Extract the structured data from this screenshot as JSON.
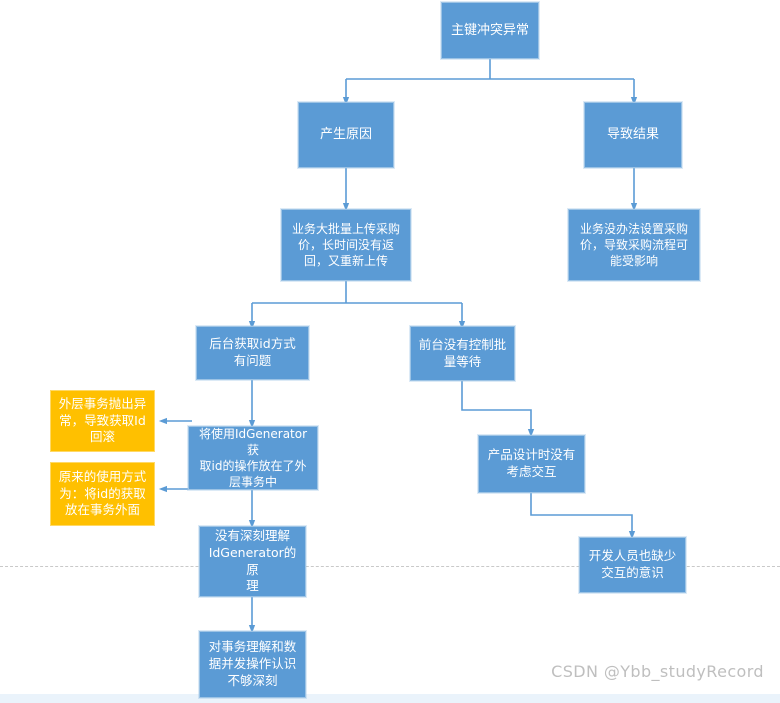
{
  "diagram": {
    "title_node": "主键冲突异常",
    "colors": {
      "node_blue": "#5b9bd5",
      "node_blue_border": "#9cc3e5",
      "node_yellow": "#ffc000",
      "node_yellow_border": "#ffd966",
      "connector": "#5b9bd5",
      "text": "#ffffff",
      "watermark": "#bfbfbf",
      "background": "#ffffff"
    },
    "nodes": [
      {
        "id": "root",
        "label": "主键冲突异常",
        "type": "blue"
      },
      {
        "id": "cause",
        "label": "产生原因",
        "type": "blue"
      },
      {
        "id": "result",
        "label": "导致结果",
        "type": "blue"
      },
      {
        "id": "cause_detail",
        "label": "业务大批量上传采购\n价，长时间没有返\n回，又重新上传",
        "type": "blue"
      },
      {
        "id": "result_detail",
        "label": "业务没办法设置采购\n价，导致采购流程可\n能受影响",
        "type": "blue"
      },
      {
        "id": "backend_id",
        "label": "后台获取id方式\n有问题",
        "type": "blue"
      },
      {
        "id": "frontend_batch",
        "label": "前台没有控制批\n量等待",
        "type": "blue"
      },
      {
        "id": "outer_tx_rollback",
        "label": "外层事务抛出异\n常，导致获取Id\n回滚",
        "type": "yellow"
      },
      {
        "id": "original_usage",
        "label": "原来的使用方式\n为：将id的获取\n放在事务外面",
        "type": "yellow"
      },
      {
        "id": "idgenerator_in_tx",
        "label": "将使用IdGenerator获\n取id的操作放在了外\n层事务中",
        "type": "blue"
      },
      {
        "id": "no_deep_understanding",
        "label": "没有深刻理解\nIdGenerator的原\n理",
        "type": "blue"
      },
      {
        "id": "tx_concurrency_gap",
        "label": "对事务理解和数\n据并发操作认识\n不够深刻",
        "type": "blue"
      },
      {
        "id": "product_design",
        "label": "产品设计时没有\n考虑交互",
        "type": "blue"
      },
      {
        "id": "dev_awareness",
        "label": "开发人员也缺少\n交互的意识",
        "type": "blue"
      }
    ],
    "watermark": "CSDN @Ybb_studyRecord"
  }
}
